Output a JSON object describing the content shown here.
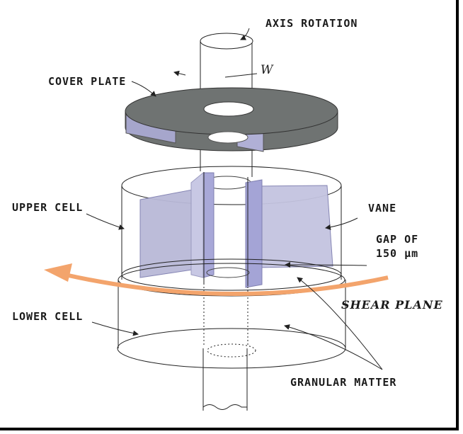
{
  "labels": {
    "axis_rotation": "AXIS ROTATION",
    "w": "W",
    "cover_plate": "COVER PLATE",
    "upper_cell": "UPPER CELL",
    "vane": "VANE",
    "gap_line1": "GAP OF",
    "gap_line2": "150 μm",
    "shear_plane": "SHEAR PLANE",
    "lower_cell": "LOWER CELL",
    "granular_matter": "GRANULAR MATTER"
  },
  "colors": {
    "plate": "#6f7372",
    "vane_fill": "#b9b9d8",
    "arrow": "#f3a46c"
  }
}
